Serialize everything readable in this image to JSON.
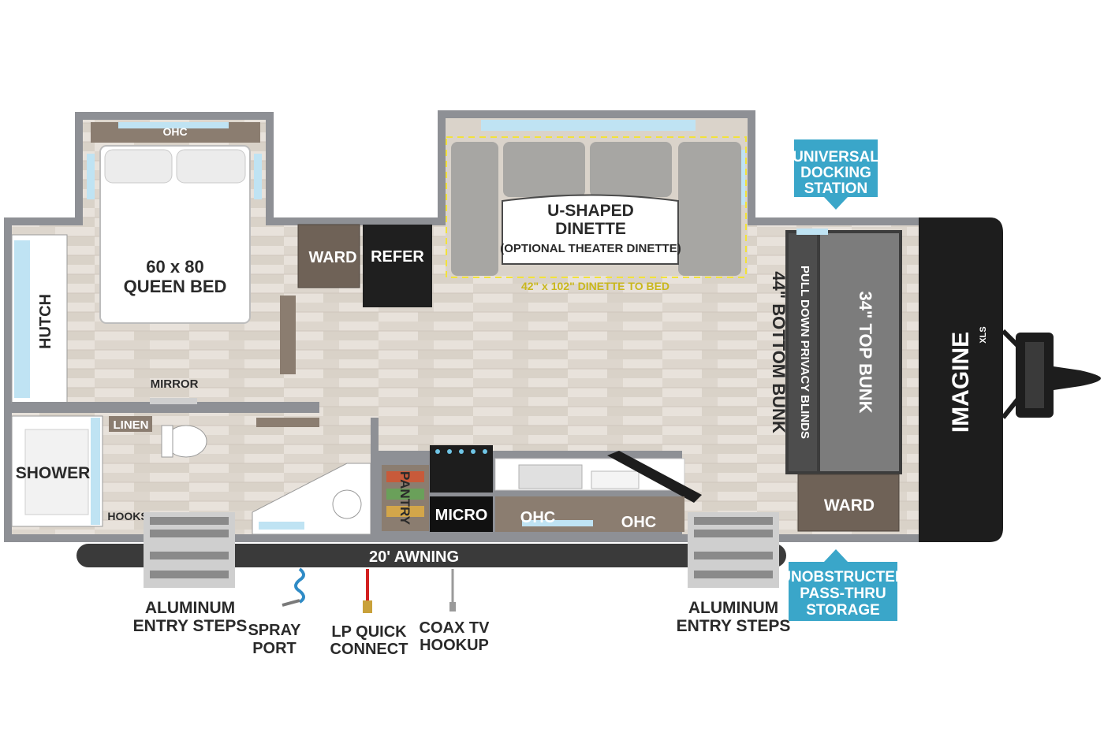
{
  "brand": {
    "logo": "IMAGINE",
    "model": "XLS"
  },
  "rooms": {
    "ohc_bedroom": "OHC",
    "bed_size": "60 x 80",
    "bed_name": "QUEEN BED",
    "hutch": "HUTCH",
    "mirror": "MIRROR",
    "linen": "LINEN",
    "shower": "SHOWER",
    "hooks": "HOOKS",
    "ward_front": "WARD",
    "refer": "REFER",
    "dinette_line1": "U-SHAPED",
    "dinette_line2": "DINETTE",
    "dinette_note": "(OPTIONAL THEATER DINETTE)",
    "dinette_bed": "42\" x 102\" DINETTE TO BED",
    "bottom_bunk": "44\" BOTTOM BUNK",
    "privacy_blinds": "PULL DOWN PRIVACY BLINDS",
    "top_bunk": "34\" TOP BUNK",
    "ward_rear": "WARD",
    "pantry": "PANTRY",
    "micro": "MICRO",
    "ohc_kitchen_1": "OHC",
    "ohc_kitchen_2": "OHC",
    "awning": "20' AWNING"
  },
  "exterior": {
    "steps_left_1": "ALUMINUM",
    "steps_left_2": "ENTRY STEPS",
    "spray_1": "SPRAY",
    "spray_2": "PORT",
    "lp_1": "LP QUICK",
    "lp_2": "CONNECT",
    "coax_1": "COAX TV",
    "coax_2": "HOOKUP",
    "steps_right_1": "ALUMINUM",
    "steps_right_2": "ENTRY STEPS"
  },
  "callouts": {
    "docking_1": "UNIVERSAL",
    "docking_2": "DOCKING",
    "docking_3": "STATION",
    "storage_1": "UNOBSTRUCTED",
    "storage_2": "PASS-THRU",
    "storage_3": "STORAGE"
  },
  "colors": {
    "floor": "#e6e0d9",
    "wall": "#8d8f93",
    "cabinet": "#8b7d70",
    "callout": "#3aa6c9",
    "dark": "#1d1d1d"
  }
}
